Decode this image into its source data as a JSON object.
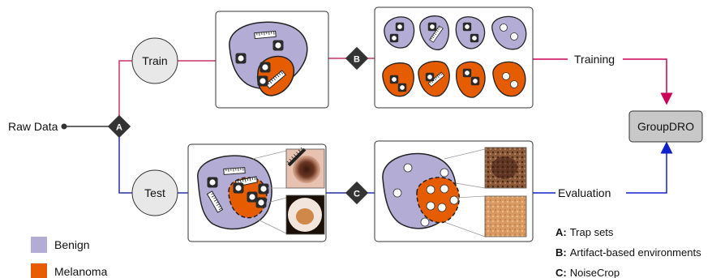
{
  "raw_data_label": "Raw Data",
  "nodes": {
    "train": "Train",
    "test": "Test",
    "groupdro": "GroupDRO"
  },
  "markers": {
    "a": "A",
    "b": "B",
    "c": "C"
  },
  "edge_labels": {
    "training": "Training",
    "evaluation": "Evaluation"
  },
  "legend": {
    "benign": {
      "label": "Benign",
      "color": "#b3acd5"
    },
    "melanoma": {
      "label": "Melanoma",
      "color": "#e65c00"
    }
  },
  "key": [
    {
      "code": "A:",
      "text": "Trap sets"
    },
    {
      "code": "B:",
      "text": "Artifact-based environments"
    },
    {
      "code": "C:",
      "text": "NoiseCrop"
    }
  ],
  "colors": {
    "train_path": "#cc3366",
    "test_path": "#2233aa",
    "training_arrow": "#cc0055",
    "evaluation_arrow": "#1122cc",
    "groupdro_fill": "#c8c8c8",
    "diamond": "#333333"
  }
}
